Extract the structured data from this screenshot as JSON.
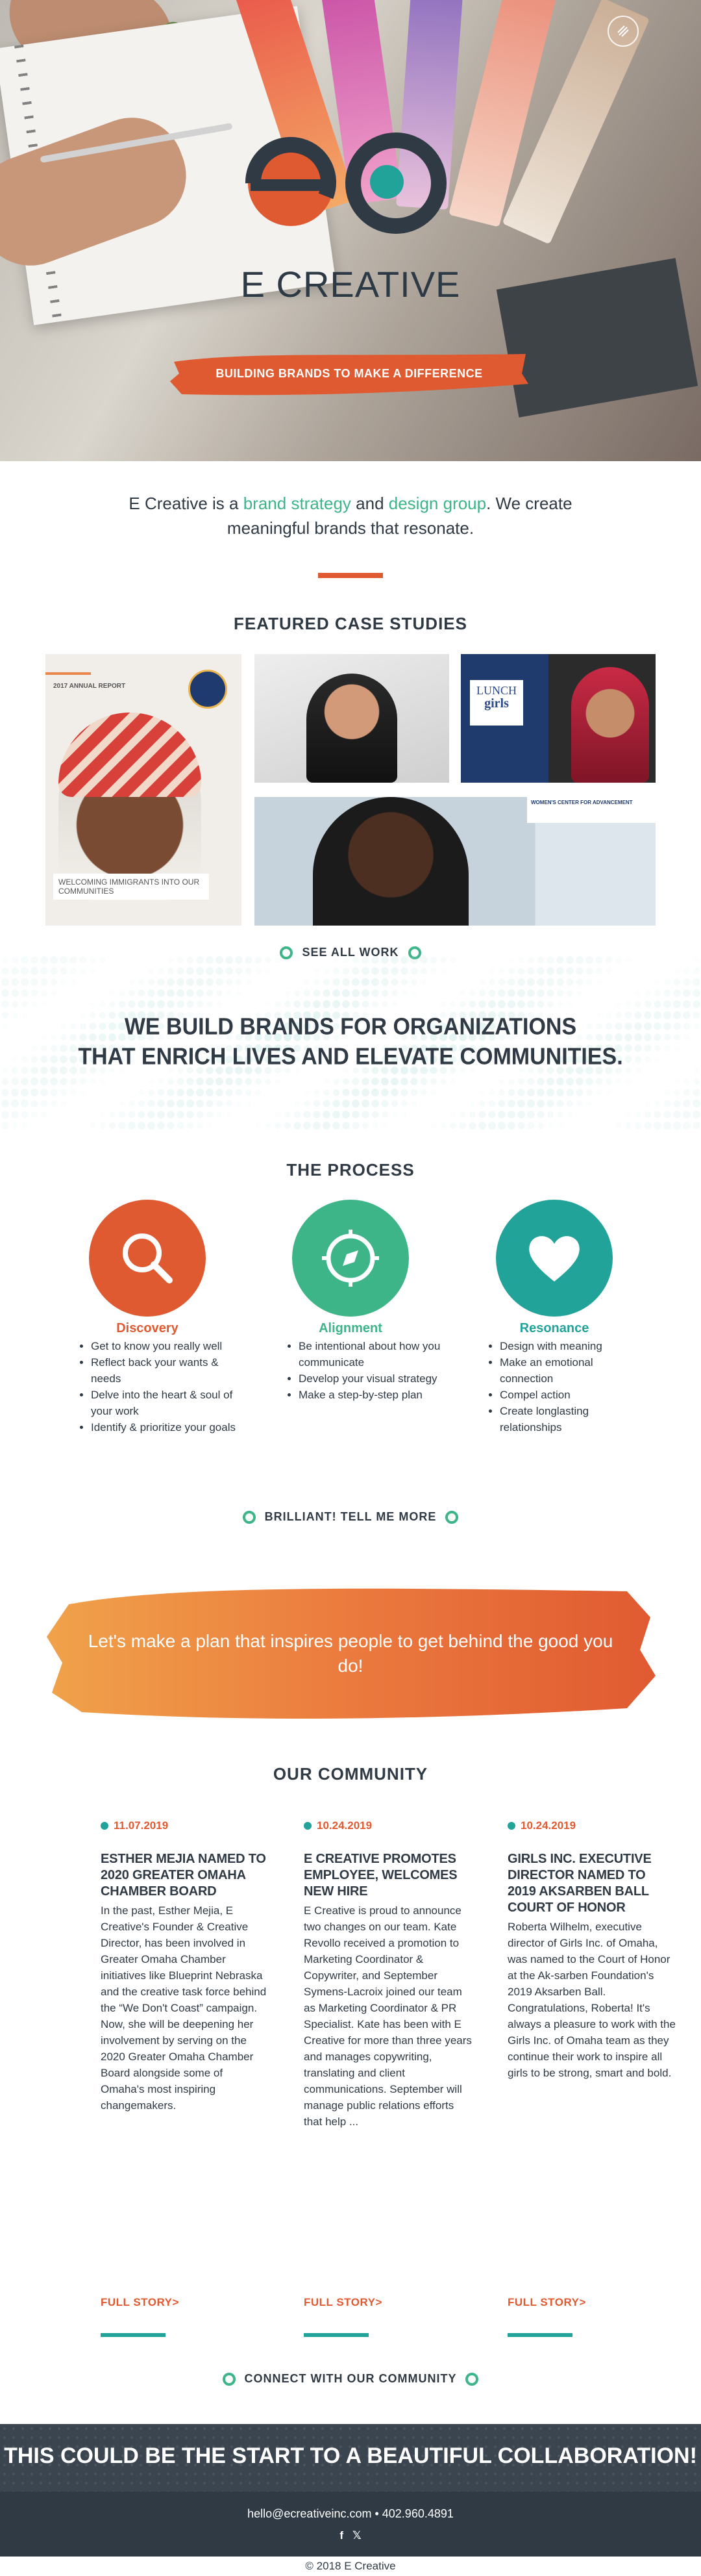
{
  "hero": {
    "brand_name": "E CREATIVE",
    "tagline": "BUILDING BRANDS TO MAKE A DIFFERENCE",
    "menu_icon": "compass-menu-icon",
    "colors": {
      "orange": "#e05a31",
      "teal": "#22a39a",
      "dark": "#2f3a45"
    }
  },
  "intro": {
    "part1": "E Creative is a ",
    "link1": "brand strategy",
    "part2": " and ",
    "link2": "design group",
    "part3": ". We create",
    "line2": "meaningful brands that resonate."
  },
  "case_studies": {
    "title": "FEATURED CASE STUDIES",
    "report_label": "2017 ANNUAL REPORT",
    "report_caption": "WELCOMING IMMIGRANTS INTO OUR COMMUNITIES",
    "lunch_line1": "LUNCH",
    "lunch_line2": "girls",
    "org_label": "WOMEN'S CENTER FOR ADVANCEMENT",
    "see_all": "SEE ALL WORK"
  },
  "statement": {
    "line1": "WE BUILD BRANDS FOR ORGANIZATIONS",
    "line2": "THAT ENRICH LIVES AND ELEVATE COMMUNITIES."
  },
  "process": {
    "title": "THE PROCESS",
    "steps": [
      {
        "title": "Discovery",
        "icon": "magnifier-icon",
        "color": "#e05a31",
        "items": [
          "Get to know you really well",
          "Reflect back your wants & needs",
          "Delve into the heart & soul of your work",
          "Identify & prioritize your goals"
        ]
      },
      {
        "title": "Alignment",
        "icon": "compass-icon",
        "color": "#3eb489",
        "items": [
          "Be intentional about how you communicate",
          "Develop your visual strategy",
          "Make a step-by-step plan"
        ]
      },
      {
        "title": "Resonance",
        "icon": "heart-icon",
        "color": "#22a39a",
        "items": [
          "Design with meaning",
          "Make an emotional connection",
          "Compel action",
          "Create longlasting relationships"
        ]
      }
    ],
    "cta": "BRILLIANT! TELL ME MORE"
  },
  "plan": {
    "text": "Let's make a plan that inspires people to get behind the good you do!"
  },
  "community": {
    "title": "OUR COMMUNITY",
    "posts": [
      {
        "date": "11.07.2019",
        "headline": "ESTHER MEJIA NAMED TO 2020 GREATER OMAHA CHAMBER BOARD",
        "body": "In the past, Esther Mejia, E Creative's Founder & Creative Director, has been involved in Greater Omaha Chamber initiatives like Blueprint Nebraska and the creative task force behind the “We Don't Coast” campaign. Now, she will be deepening her involvement by serving on the 2020 Greater Omaha Chamber Board alongside some of Omaha's most inspiring changemakers.",
        "more": "FULL STORY>"
      },
      {
        "date": "10.24.2019",
        "headline": "E CREATIVE PROMOTES EMPLOYEE, WELCOMES NEW HIRE",
        "body": "E Creative is proud to announce two changes on our team. Kate Revollo received a promotion to Marketing Coordinator & Copywriter, and September Symens-Lacroix joined our team as Marketing Coordinator & PR Specialist. Kate has been with E Creative for more than three years and manages copywriting, translating and client communications. September will manage public relations efforts that help ...",
        "more": "FULL STORY>"
      },
      {
        "date": "10.24.2019",
        "headline": "GIRLS INC. EXECUTIVE DIRECTOR NAMED TO 2019 AKSARBEN BALL COURT OF HONOR",
        "body": "Roberta Wilhelm, executive director of Girls Inc. of Omaha, was named to the Court of Honor at the Ak-sarben Foundation's 2019 Aksarben Ball. Congratulations, Roberta! It's always a pleasure to work with the Girls Inc. of Omaha team as they continue their work to inspire all girls to be strong, smart and bold.",
        "more": "FULL STORY>"
      }
    ],
    "cta": "CONNECT WITH OUR COMMUNITY"
  },
  "footer": {
    "tagline": "THIS COULD BE THE START TO A BEAUTIFUL COLLABORATION!",
    "contact": "hello@ecreativeinc.com • 402.960.4891",
    "social": [
      "f",
      "𝕏"
    ],
    "social_icons": [
      "facebook-icon",
      "twitter-icon"
    ],
    "copyright": "© 2018 E Creative"
  }
}
